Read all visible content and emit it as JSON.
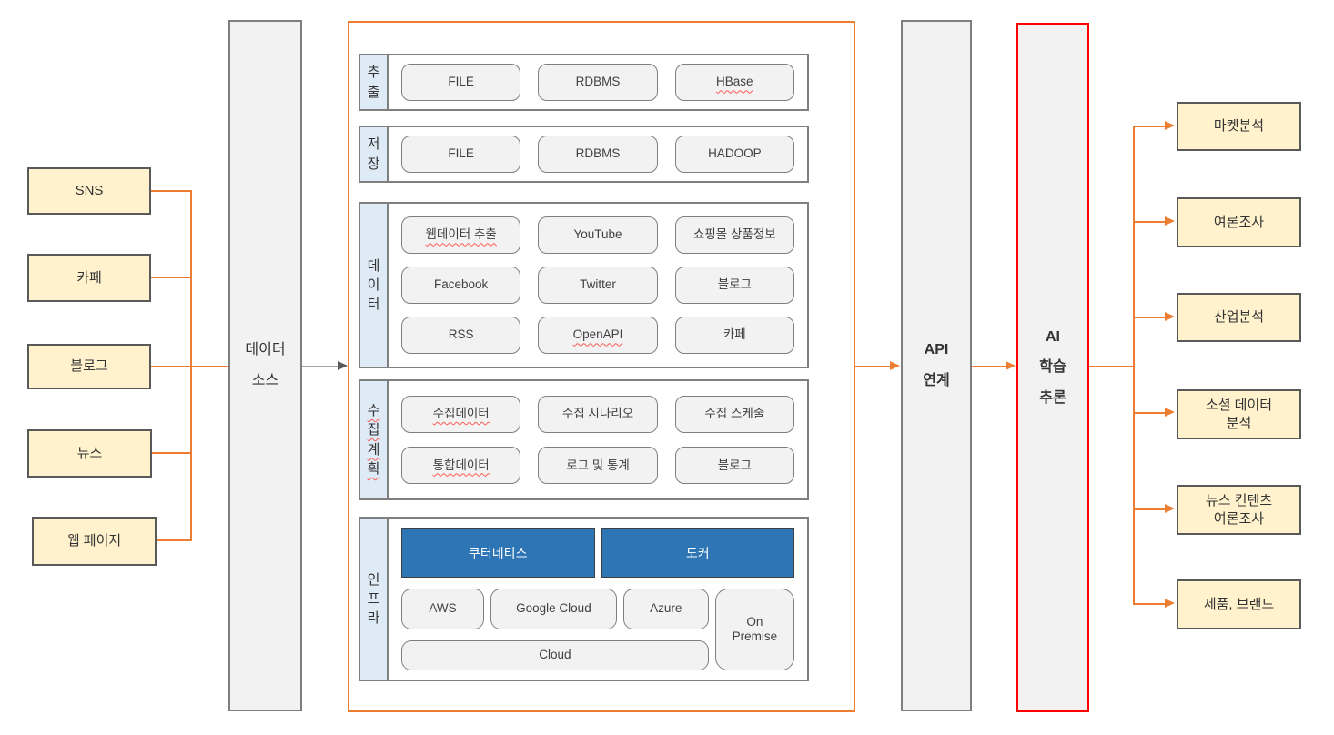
{
  "colors": {
    "accent_orange": "#ED7D31",
    "highlight_red": "#FF0000",
    "platform_blue": "#2E75B6",
    "source_yellow": "#FFF2CC",
    "section_label_blue": "#DEEAF6",
    "module_gray": "#F2F2F2",
    "border_gray": "#7F7F7F",
    "border_dark": "#595959"
  },
  "sources": [
    "SNS",
    "카페",
    "블로그",
    "뉴스",
    "웹 페이지"
  ],
  "data_source": {
    "label": "데이터\n소스"
  },
  "pipeline": {
    "extract": {
      "label": "추출",
      "items": [
        "FILE",
        "RDBMS",
        "HBase"
      ]
    },
    "store": {
      "label": "저장",
      "items": [
        "FILE",
        "RDBMS",
        "HADOOP"
      ]
    },
    "data": {
      "label": "데이터",
      "items": [
        "웹데이터 추출",
        "YouTube",
        "쇼핑몰 상품정보",
        "Facebook",
        "Twitter",
        "블로그",
        "RSS",
        "OpenAPI",
        "카페"
      ]
    },
    "plan": {
      "label": "수집계획",
      "items": [
        "수집데이터",
        "수집 시나리오",
        "수집 스케줄",
        "통합데이터",
        "로그 및 통계",
        "블로그"
      ]
    },
    "infra": {
      "label": "인프라",
      "platforms": [
        "쿠터네티스",
        "도커"
      ],
      "clouds": [
        "AWS",
        "Google Cloud",
        "Azure",
        "On Premise",
        "Cloud"
      ]
    }
  },
  "api": {
    "label": "API\n연계"
  },
  "ai": {
    "label": "AI\n학습\n추론"
  },
  "outputs": [
    "마켓분석",
    "여론조사",
    "산업분석",
    "소셜 데이터\n분석",
    "뉴스 컨텐츠\n여론조사",
    "제품, 브랜드"
  ]
}
